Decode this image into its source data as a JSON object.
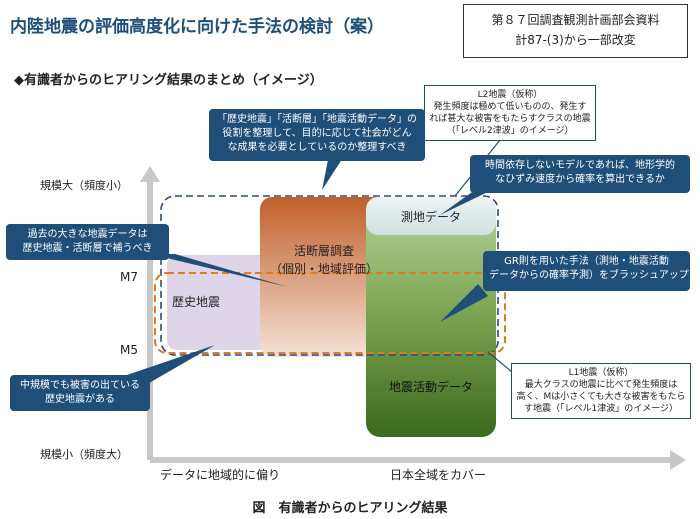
{
  "header": {
    "title": "内陸地震の評価高度化に向けた手法の検討（案）",
    "badge_line1": "第８７回調査観測計画部会資料",
    "badge_line2": "計87-(3)から一部改変"
  },
  "subtitle": "◆有識者からのヒアリング結果のまとめ（イメージ）",
  "axes": {
    "y_top": "規模大（頻度小）",
    "y_bottom": "規模小（頻度大）",
    "m7": "M7",
    "m5": "M5",
    "x_left": "データに地域的に偏り",
    "x_right": "日本全域をカバー"
  },
  "regions": {
    "historical": "歴史地震",
    "active_fault_line1": "活断層調査",
    "active_fault_line2": "（個別・地域評価）",
    "geodetic": "測地データ",
    "seismic": "地震活動データ"
  },
  "callouts": {
    "organize": [
      "「歴史地震」「活断層」「地震活動データ」の",
      "役割を整理して、目的に応じて社会がどん",
      "な成果を必要としているのか整理すべき"
    ],
    "past_large": [
      "過去の大きな地震データは",
      "歴史地震・活断層で補うべき"
    ],
    "time_dependent": [
      "時間依存しないモデルであれば、地形学的",
      "なひずみ速度から確率を算出できるか"
    ],
    "gr_law": [
      "GR則を用いた手法（測地・地震活動",
      "データからの確率予測）をブラッシュアップ"
    ],
    "medium_scale": [
      "中規模でも被害の出ている",
      "歴史地震がある"
    ]
  },
  "notes": {
    "l2": [
      "L2地震（仮称）",
      "発生頻度は極めて低いものの、発生す",
      "れば甚大な被害をもたらすクラスの地震",
      "（「レベル2津波」のイメージ）"
    ],
    "l1": [
      "L1地震（仮称）",
      "最大クラスの地震に比べて発生頻度は",
      "高く、Mは小さくても大きな被害をもたら",
      "す地震（「レベル1津波」のイメージ）"
    ]
  },
  "caption": "図　有識者からのヒアリング結果",
  "colors": {
    "navy": "#1f4e79",
    "dashed_blue": "#2e4a7a",
    "dashed_orange": "#e07b20",
    "historical_fill": "#d8d0e6",
    "fault_top": "#c0602a",
    "fault_bottom": "#f2ddd0",
    "geodetic_fill": "#d9e6e8",
    "seismic_top": "#a9c98a",
    "seismic_bottom": "#3d6e1f"
  }
}
